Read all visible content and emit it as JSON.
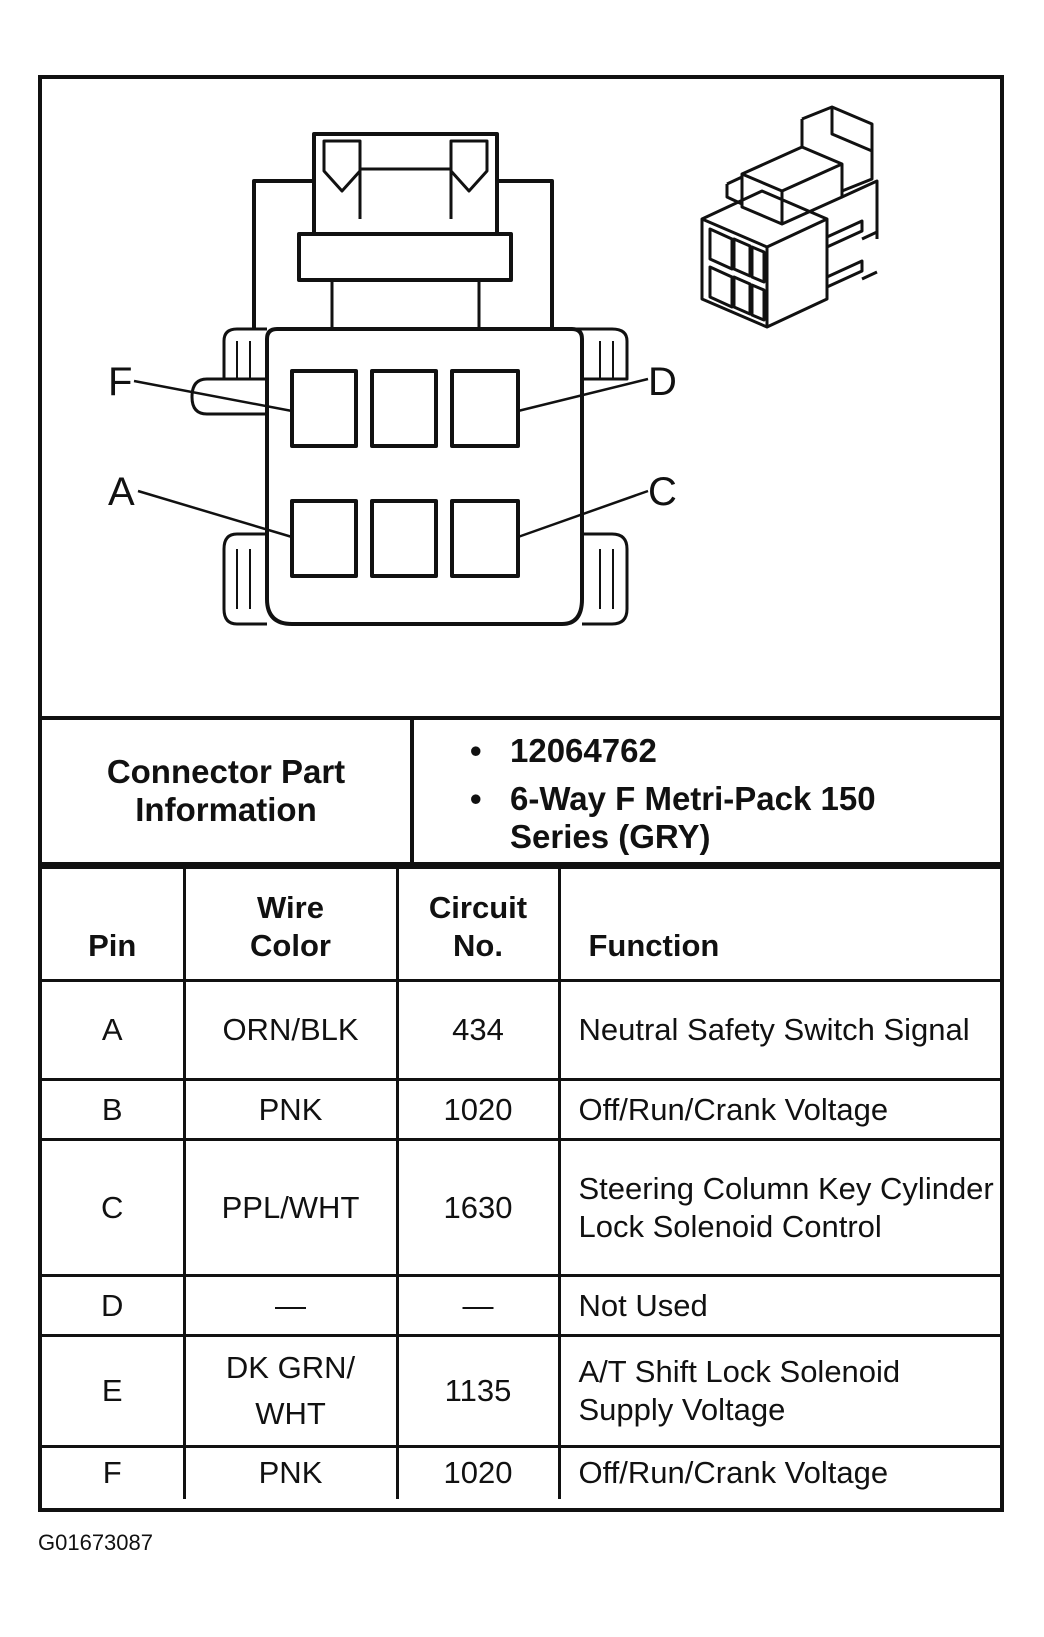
{
  "diagram": {
    "pin_labels": {
      "F": "F",
      "D": "D",
      "A": "A",
      "C": "C"
    }
  },
  "part_info": {
    "label": "Connector Part Information",
    "items": [
      "12064762",
      "6-Way F Metri-Pack 150 Series (GRY)"
    ]
  },
  "table": {
    "headers": {
      "pin": "Pin",
      "wire_color": "Wire Color",
      "circuit": "Circuit No.",
      "function": "Function"
    },
    "rows": [
      {
        "pin": "A",
        "wire_color": "ORN/BLK",
        "circuit": "434",
        "function": "Neutral Safety Switch Signal"
      },
      {
        "pin": "B",
        "wire_color": "PNK",
        "circuit": "1020",
        "function": "Off/Run/Crank Voltage"
      },
      {
        "pin": "C",
        "wire_color": "PPL/WHT",
        "circuit": "1630",
        "function": "Steering Column Key Cylinder Lock Solenoid Control"
      },
      {
        "pin": "D",
        "wire_color": "—",
        "circuit": "—",
        "function": "Not Used"
      },
      {
        "pin": "E",
        "wire_color": "DK GRN/ WHT",
        "circuit": "1135",
        "function": "A/T Shift Lock Solenoid Supply Voltage"
      },
      {
        "pin": "F",
        "wire_color": "PNK",
        "circuit": "1020",
        "function": "Off/Run/Crank Voltage"
      }
    ]
  },
  "figure_id": "G01673087"
}
